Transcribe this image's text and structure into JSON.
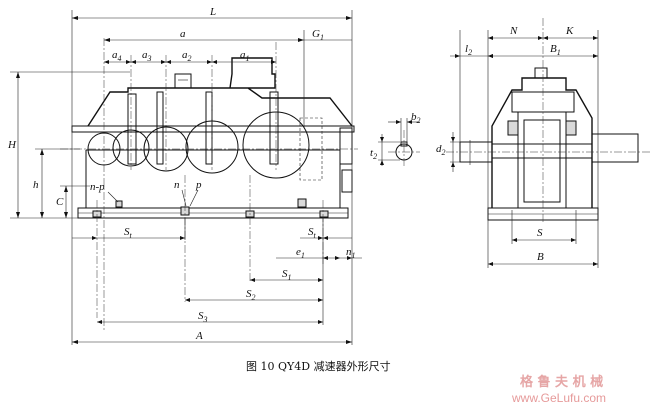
{
  "front_view_labels": {
    "L": "L",
    "a": "a",
    "G1": "G",
    "G1_sub": "1",
    "a4": "a",
    "a4_sub": "4",
    "a3": "a",
    "a3_sub": "3",
    "a2": "a",
    "a2_sub": "2",
    "a1": "a",
    "a1_sub": "1",
    "H": "H",
    "h": "h",
    "C": "C",
    "n_p_left": "n-p",
    "n": "n",
    "p": "p",
    "St_left": "S",
    "St_left_sub": "t",
    "St_right": "S",
    "St_right_sub": "t",
    "e1": "e",
    "e1_sub": "1",
    "n1": "n",
    "n1_sub": "1",
    "S1": "S",
    "S1_sub": "1",
    "S2": "S",
    "S2_sub": "2",
    "S3": "S",
    "S3_sub": "3",
    "A": "A"
  },
  "shaft_detail_labels": {
    "b2": "b",
    "b2_sub": "2",
    "t2": "t",
    "t2_sub": "2"
  },
  "side_view_labels": {
    "N": "N",
    "K": "K",
    "l2": "l",
    "l2_sub": "2",
    "B1": "B",
    "B1_sub": "1",
    "d2": "d",
    "d2_sub": "2",
    "S": "S",
    "B": "B"
  },
  "caption": "图 10    QY4D 减速器外形尺寸",
  "watermark": {
    "chinese": "格 鲁 夫 机 械",
    "url": "www.GeLufu.com"
  }
}
